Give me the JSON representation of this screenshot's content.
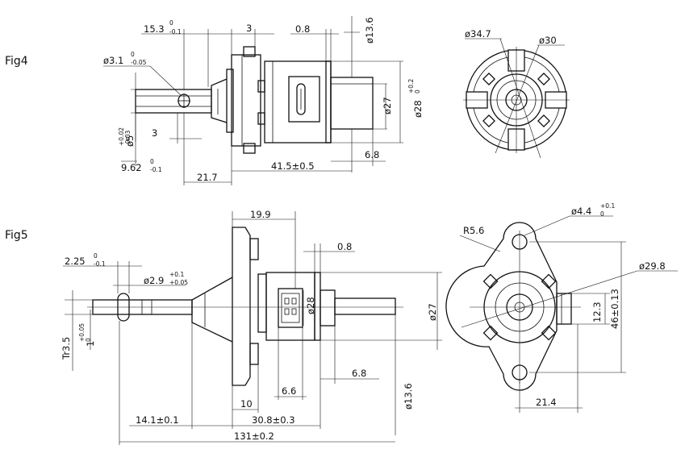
{
  "fig4": {
    "label": "Fig4",
    "dims": {
      "d_15_3": "15.3",
      "tol_15_3_up": "0",
      "tol_15_3_lo": "-0.1",
      "d_3_top": "3",
      "d_0_8": "0.8",
      "d_phi13_6": "ø13.6",
      "d_phi3_1": "ø3.1",
      "tol_phi3_1_up": "0",
      "tol_phi3_1_lo": "-0.05",
      "d_phi5": "ø5",
      "tol_phi5_up": "+0.02",
      "tol_phi5_lo": "-0.03",
      "d_3_left": "3",
      "d_phi27": "ø27",
      "d_phi28": "ø28",
      "tol_phi28_up": "+0.2",
      "tol_phi28_lo": "0",
      "d_6_8": "6.8",
      "d_9_62": "9.62",
      "tol_9_62_up": "0",
      "tol_9_62_lo": "-0.1",
      "d_41_5": "41.5±0.5",
      "d_21_7": "21.7",
      "d_phi34_7": "ø34.7",
      "d_phi30": "ø30"
    }
  },
  "fig5": {
    "label": "Fig5",
    "dims": {
      "d_19_9": "19.9",
      "d_0_8": "0.8",
      "d_2_25": "2.25",
      "tol_2_25_up": "0",
      "tol_2_25_lo": "-0.1",
      "d_phi2_9": "ø2.9",
      "tol_phi2_9_up": "+0.1",
      "tol_phi2_9_lo": "+0.05",
      "d_phi28": "ø28",
      "d_phi27": "ø27",
      "d_tr3_5": "Tr3.5",
      "d_1": "1",
      "tol_1_up": "+0.05",
      "tol_1_lo": "0",
      "d_6_6": "6.6",
      "d_6_8": "6.8",
      "d_10": "10",
      "d_phi13_6": "ø13.6",
      "d_14_1": "14.1±0.1",
      "d_30_8": "30.8±0.3",
      "d_131": "131±0.2",
      "d_r5_6": "R5.6",
      "d_phi4_4": "ø4.4",
      "tol_phi4_4_up": "+0.1",
      "tol_phi4_4_lo": "0",
      "d_phi29_8": "ø29.8",
      "d_12_3": "12.3",
      "d_46": "46±0.13",
      "d_21_4": "21.4"
    }
  }
}
